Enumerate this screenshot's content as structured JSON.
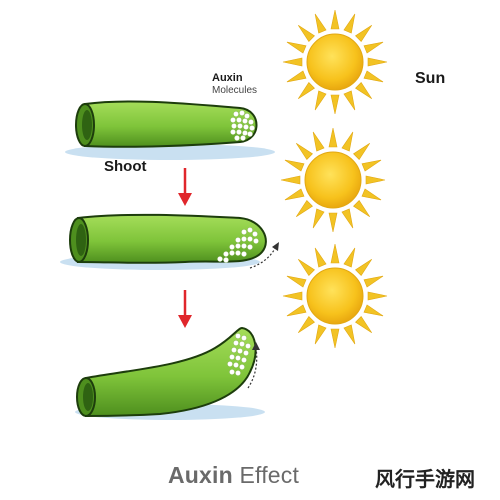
{
  "labels": {
    "auxin": "Auxin",
    "molecules": "Molecules",
    "sun": "Sun",
    "shoot": "Shoot"
  },
  "footer": {
    "title_bold": "Auxin",
    "title_light": "Effect"
  },
  "watermark": "风行手游网",
  "colors": {
    "shoot_fill": "#7fc43a",
    "shoot_dark": "#4e8f1e",
    "shoot_outline": "#1d3d0c",
    "arrow": "#e0262b",
    "sun_core": "#f7c21c",
    "sun_rays": "#f2c324",
    "auxin_dots": "#ffffff"
  }
}
